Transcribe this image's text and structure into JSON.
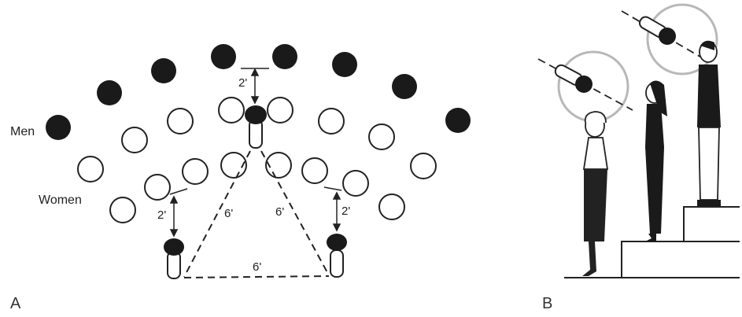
{
  "panel_a": {
    "label": "A",
    "men_label": "Men",
    "women_label": "Women",
    "mic_to_singer_distance": "2'",
    "left_mic_distance": "2'",
    "right_mic_distance": "2'",
    "left_triangle_side": "6'",
    "right_triangle_side": "6'",
    "base_triangle_side": "6'"
  },
  "panel_b": {
    "label": "B"
  },
  "colors": {
    "men": "#1a1a1a",
    "women_outline": "#222222",
    "pickup_circle": "#b8b8b8",
    "line": "#222222"
  }
}
